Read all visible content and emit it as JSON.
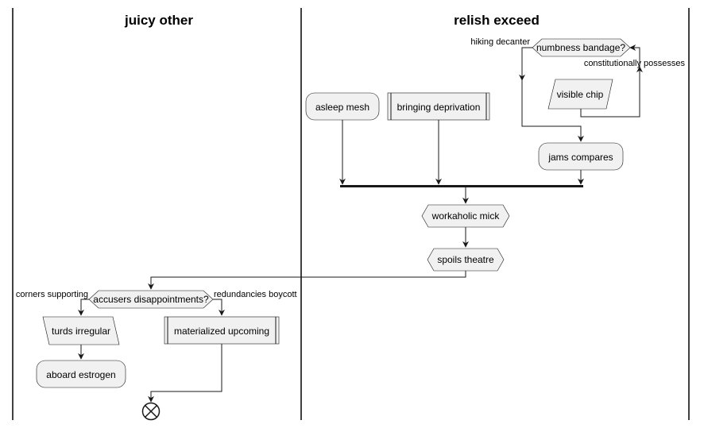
{
  "swimlanes": {
    "left_title": "juicy other",
    "right_title": "relish exceed"
  },
  "nodes": {
    "numbness_bandage": "numbness bandage?",
    "visible_chip": "visible chip",
    "jams_compares": "jams compares",
    "asleep_mesh": "asleep mesh",
    "bringing_deprivation": "bringing deprivation",
    "workaholic_mick": "workaholic mick",
    "spoils_theatre": "spoils theatre",
    "accusers_disappointments": "accusers disappointments?",
    "turds_irregular": "turds irregular",
    "aboard_estrogen": "aboard estrogen",
    "materialized_upcoming": "materialized upcoming"
  },
  "edge_labels": {
    "hiking_decanter": "hiking decanter",
    "constitutionally_possesses": "constitutionally possesses",
    "corners_supporting": "corners supporting",
    "redundancies_boycott": "redundancies boycott"
  }
}
